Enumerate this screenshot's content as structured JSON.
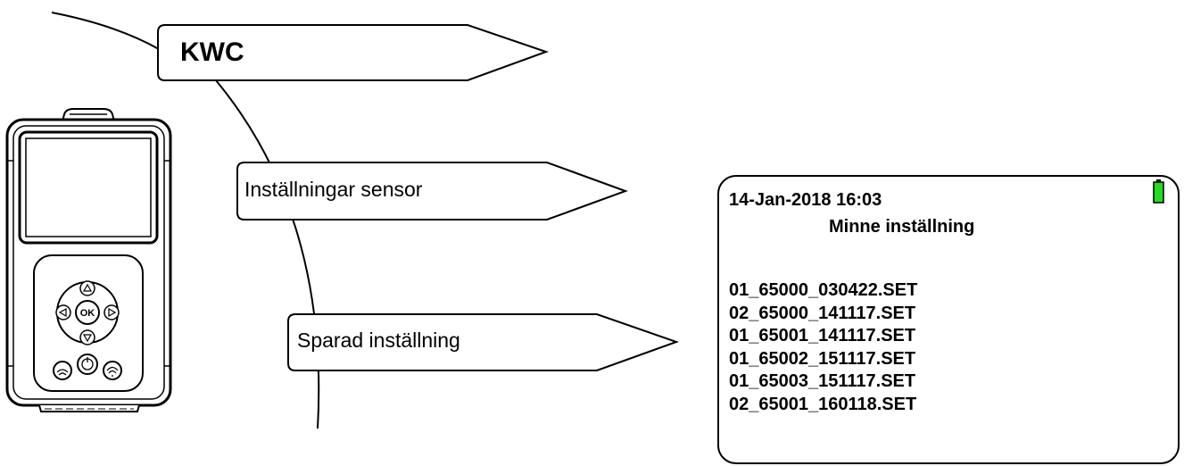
{
  "menu": {
    "level1_label": "KWC",
    "level2_label": "Inställningar sensor",
    "level3_label": "Sparad inställning"
  },
  "device": {
    "center_button_label": "OK"
  },
  "screen": {
    "datetime": "14-Jan-2018 16:03",
    "title": "Minne inställning",
    "files": [
      "01_65000_030422.SET",
      "02_65000_141117.SET",
      "01_65001_141117.SET",
      "01_65002_151117.SET",
      "01_65003_151117.SET",
      "02_65001_160118.SET"
    ],
    "battery_color": "#22dd22"
  }
}
